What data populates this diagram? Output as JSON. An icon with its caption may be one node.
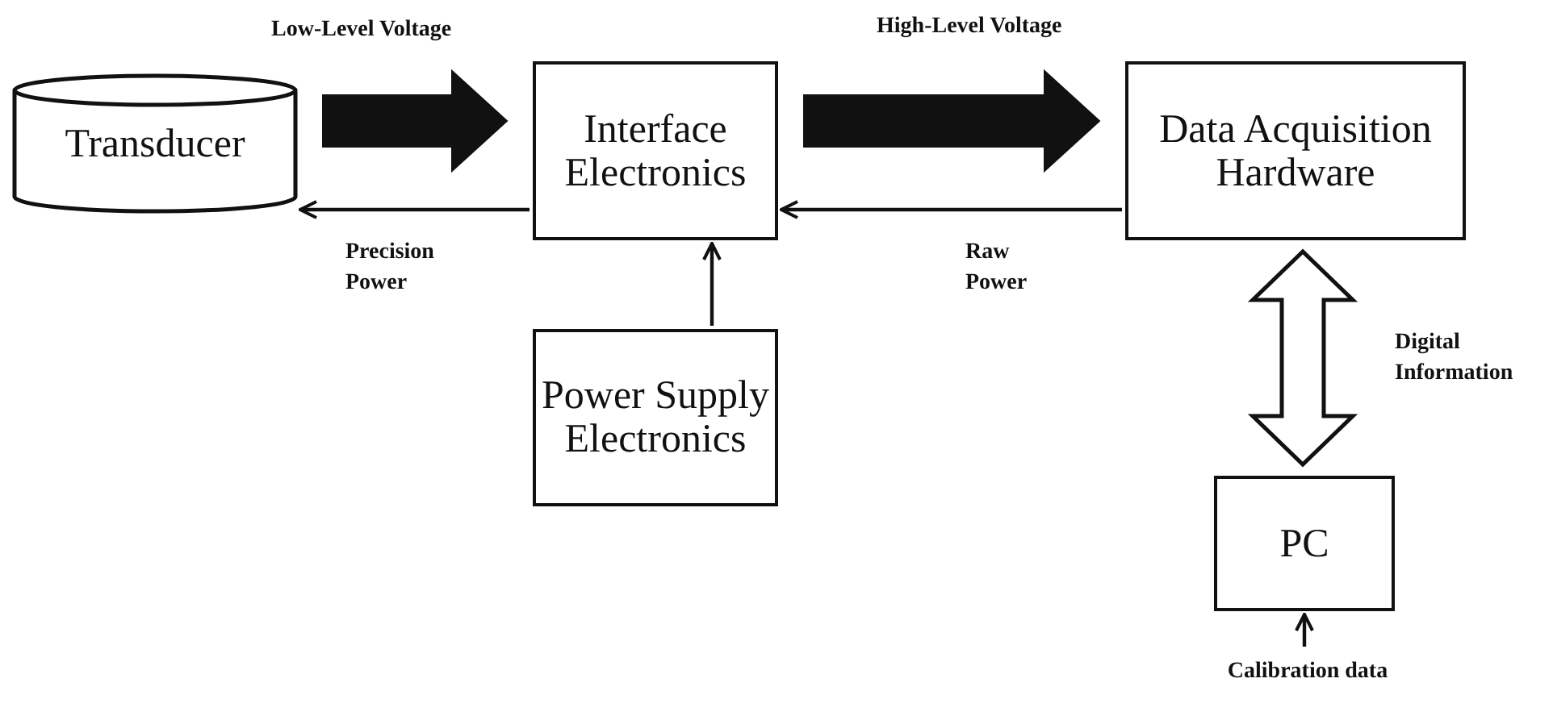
{
  "diagram": {
    "nodes": [
      {
        "text": [
          "Transducer"
        ]
      },
      {
        "text": [
          "Interface Electronics"
        ]
      },
      {
        "text": [
          "Data Acquisition Hardware"
        ]
      },
      {
        "text": [
          "Power Supply Electronics"
        ]
      },
      {
        "text": [
          "PC"
        ]
      },
      {
        "text": [
          "Calibration data"
        ]
      }
    ],
    "edges": [
      {
        "from": 0,
        "to": 1,
        "arrow": "to",
        "label": "Low-Level Voltage",
        "style": "thick"
      },
      {
        "from": 1,
        "to": 0,
        "arrow": "to",
        "label": "Precision Power"
      },
      {
        "from": 1,
        "to": 2,
        "arrow": "to",
        "label": "High-Level Voltage",
        "style": "thick"
      },
      {
        "from": 2,
        "to": 1,
        "arrow": "to",
        "label": "Raw Power"
      },
      {
        "from": 3,
        "to": 1,
        "arrow": "to"
      },
      {
        "from": 2,
        "to": 4,
        "arrow": "both",
        "label": "Digital Information",
        "style": "thick"
      },
      {
        "from": 5,
        "to": 4,
        "arrow": "to"
      }
    ]
  }
}
